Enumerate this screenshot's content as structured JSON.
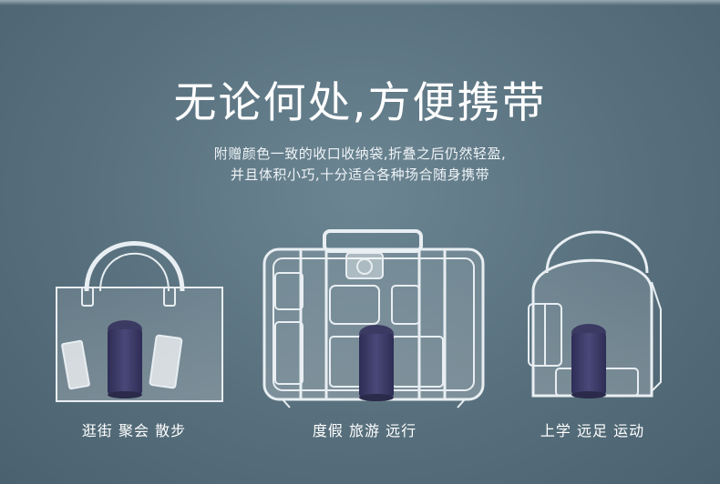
{
  "headline": "无论何处,方便携带",
  "subtitle_line1": "附赠颜色一致的收口收纳袋,折叠之后仍然轻盈,",
  "subtitle_line2": "并且体积小巧,十分适合各种场合随身携带",
  "scenes": [
    {
      "caption": "逛街 聚会 散步",
      "icon": "handbag-icon"
    },
    {
      "caption": "度假 旅游 远行",
      "icon": "suitcase-icon"
    },
    {
      "caption": "上学 远足 运动",
      "icon": "backpack-icon"
    }
  ],
  "colors": {
    "background": "#5b7380",
    "outline": "#e8eef2",
    "pouch": "#3b3a63"
  }
}
